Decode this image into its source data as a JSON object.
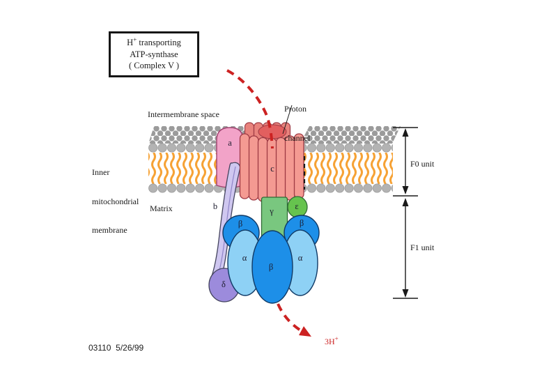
{
  "title_box": {
    "line1_pre": "H",
    "line1_sup": "+",
    "line1_post": " transporting",
    "line2": "ATP-synthase",
    "line3": "( Complex V )"
  },
  "labels": {
    "proton_channel_line1": "Proton",
    "proton_channel_line2": "channel",
    "intermembrane_space": "Intermembrane space",
    "inner_membrane_line1": "Inner",
    "inner_membrane_line2": "mitochondrial",
    "inner_membrane_line3": "membrane",
    "matrix": "Matrix",
    "f0_unit": "F0 unit",
    "f1_unit": "F1 unit",
    "protons_out_pre": "3H",
    "protons_out_sup": "+",
    "figure_id": "03110  5/26/99"
  },
  "subunits": {
    "a": "a",
    "b": "b",
    "c": "c",
    "gamma": "γ",
    "epsilon": "ε",
    "delta": "δ",
    "alpha_left": "α",
    "alpha_right": "α",
    "beta_left": "β",
    "beta_right": "β",
    "beta_center": "β"
  },
  "colors": {
    "bg": "#ffffff",
    "ink": "#1a1a1a",
    "red": "#cc2222",
    "dot": "#9b9b9b",
    "head": "#b3b3b3",
    "head_edge": "#949494",
    "tail": "#f6a235",
    "a_fill": "#f2a3c8",
    "a_edge": "#a04470",
    "c_fill": "#f49a92",
    "c_back": "#e8837d",
    "c_edge": "#9e3a44",
    "channel_fill": "#e25f5f",
    "b_fill": "#cfc7f0",
    "b_inner": "#8f84c8",
    "b_edge": "#44445e",
    "delta_fill": "#9c8bdc",
    "gamma_fill": "#79c77f",
    "gamma_edge": "#2f6b35",
    "epsilon_fill": "#66c34e",
    "beta_fill": "#1d8fe8",
    "alpha_fill": "#8ed1f5",
    "blue_edge": "#103a66"
  }
}
